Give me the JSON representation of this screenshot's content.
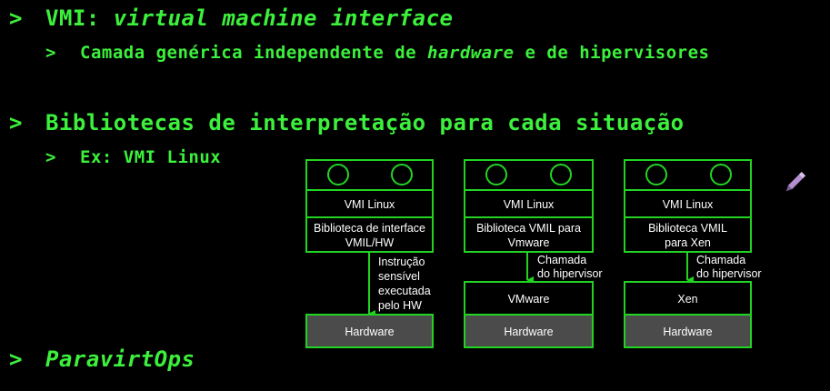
{
  "slide": {
    "bullets": [
      {
        "marker": ">",
        "prefix": "VMI: ",
        "italic": "virtual machine interface"
      },
      {
        "marker": ">",
        "text1": "Camada genérica independente de ",
        "italic": "hardware",
        "text2": " e de hipervisores"
      },
      {
        "marker": ">",
        "text": "Bibliotecas de interpretação para cada situação"
      },
      {
        "marker": ">",
        "text": "Ex: VMI Linux"
      },
      {
        "marker": ">",
        "italic": "ParavirtOps"
      }
    ]
  },
  "diagram": {
    "columns": [
      {
        "vmi_label": "VMI Linux",
        "library_lines": [
          "Biblioteca de interface",
          "VMIL/HW"
        ],
        "arrow_lines": [
          "Instrução",
          "sensível",
          "executada",
          "pelo HW"
        ],
        "hypervisor": "",
        "hardware": "Hardware"
      },
      {
        "vmi_label": "VMI Linux",
        "library_lines": [
          "Biblioteca VMIL para",
          "Vmware"
        ],
        "arrow_lines": [
          "Chamada",
          "do hipervisor"
        ],
        "hypervisor": "VMware",
        "hardware": "Hardware"
      },
      {
        "vmi_label": "VMI Linux",
        "library_lines": [
          "Biblioteca VMIL",
          "para Xen"
        ],
        "arrow_lines": [
          "Chamada",
          "do hipervisor"
        ],
        "hypervisor": "Xen",
        "hardware": "Hardware"
      }
    ]
  },
  "colors": {
    "text": "#3cf03c",
    "box_border": "#22d422",
    "hardware_fill": "#4b4b4b",
    "background": "#000000"
  },
  "icons": [
    "pencil-icon"
  ]
}
